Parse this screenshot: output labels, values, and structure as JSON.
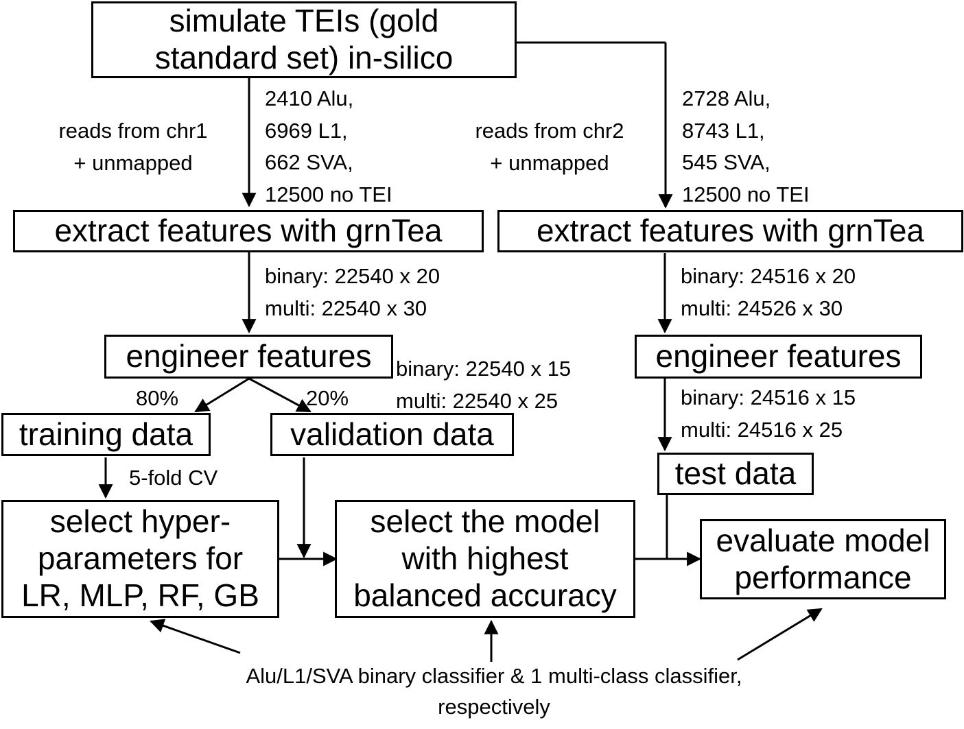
{
  "boxes": {
    "simulate": "simulate TEIs (gold\nstandard set) in-silico",
    "extract_left": "extract features with grnTea",
    "extract_right": "extract features with grnTea",
    "engineer_left": "engineer features",
    "engineer_right": "engineer features",
    "training": "training data",
    "validation": "validation data",
    "test": "test data",
    "hyper": "select hyper-\nparameters for\nLR, MLP, RF, GB",
    "select_model": "select the model\nwith highest\nbalanced accuracy",
    "evaluate": "evaluate model\nperformance"
  },
  "labels": {
    "reads_left": "reads from chr1\n+ unmapped",
    "counts_left": "2410 Alu,\n6969 L1,\n662 SVA,\n12500 no TEI",
    "reads_right": "reads from chr2\n+ unmapped",
    "counts_right": "2728 Alu,\n8743 L1,\n545 SVA,\n12500 no TEI",
    "dims_extract_left": "binary: 22540 x 20\nmulti: 22540 x 30",
    "dims_extract_right": "binary: 24516 x 20\nmulti: 24526 x 30",
    "dims_engineer_left": "binary: 22540 x 15\nmulti: 22540 x 25",
    "dims_engineer_right": "binary: 24516 x 15\nmulti: 24516 x 25",
    "pct_80": "80%",
    "pct_20": "20%",
    "cv": "5-fold CV",
    "classifier_note": "Alu/L1/SVA binary classifier & 1 multi-class classifier,\nrespectively"
  }
}
